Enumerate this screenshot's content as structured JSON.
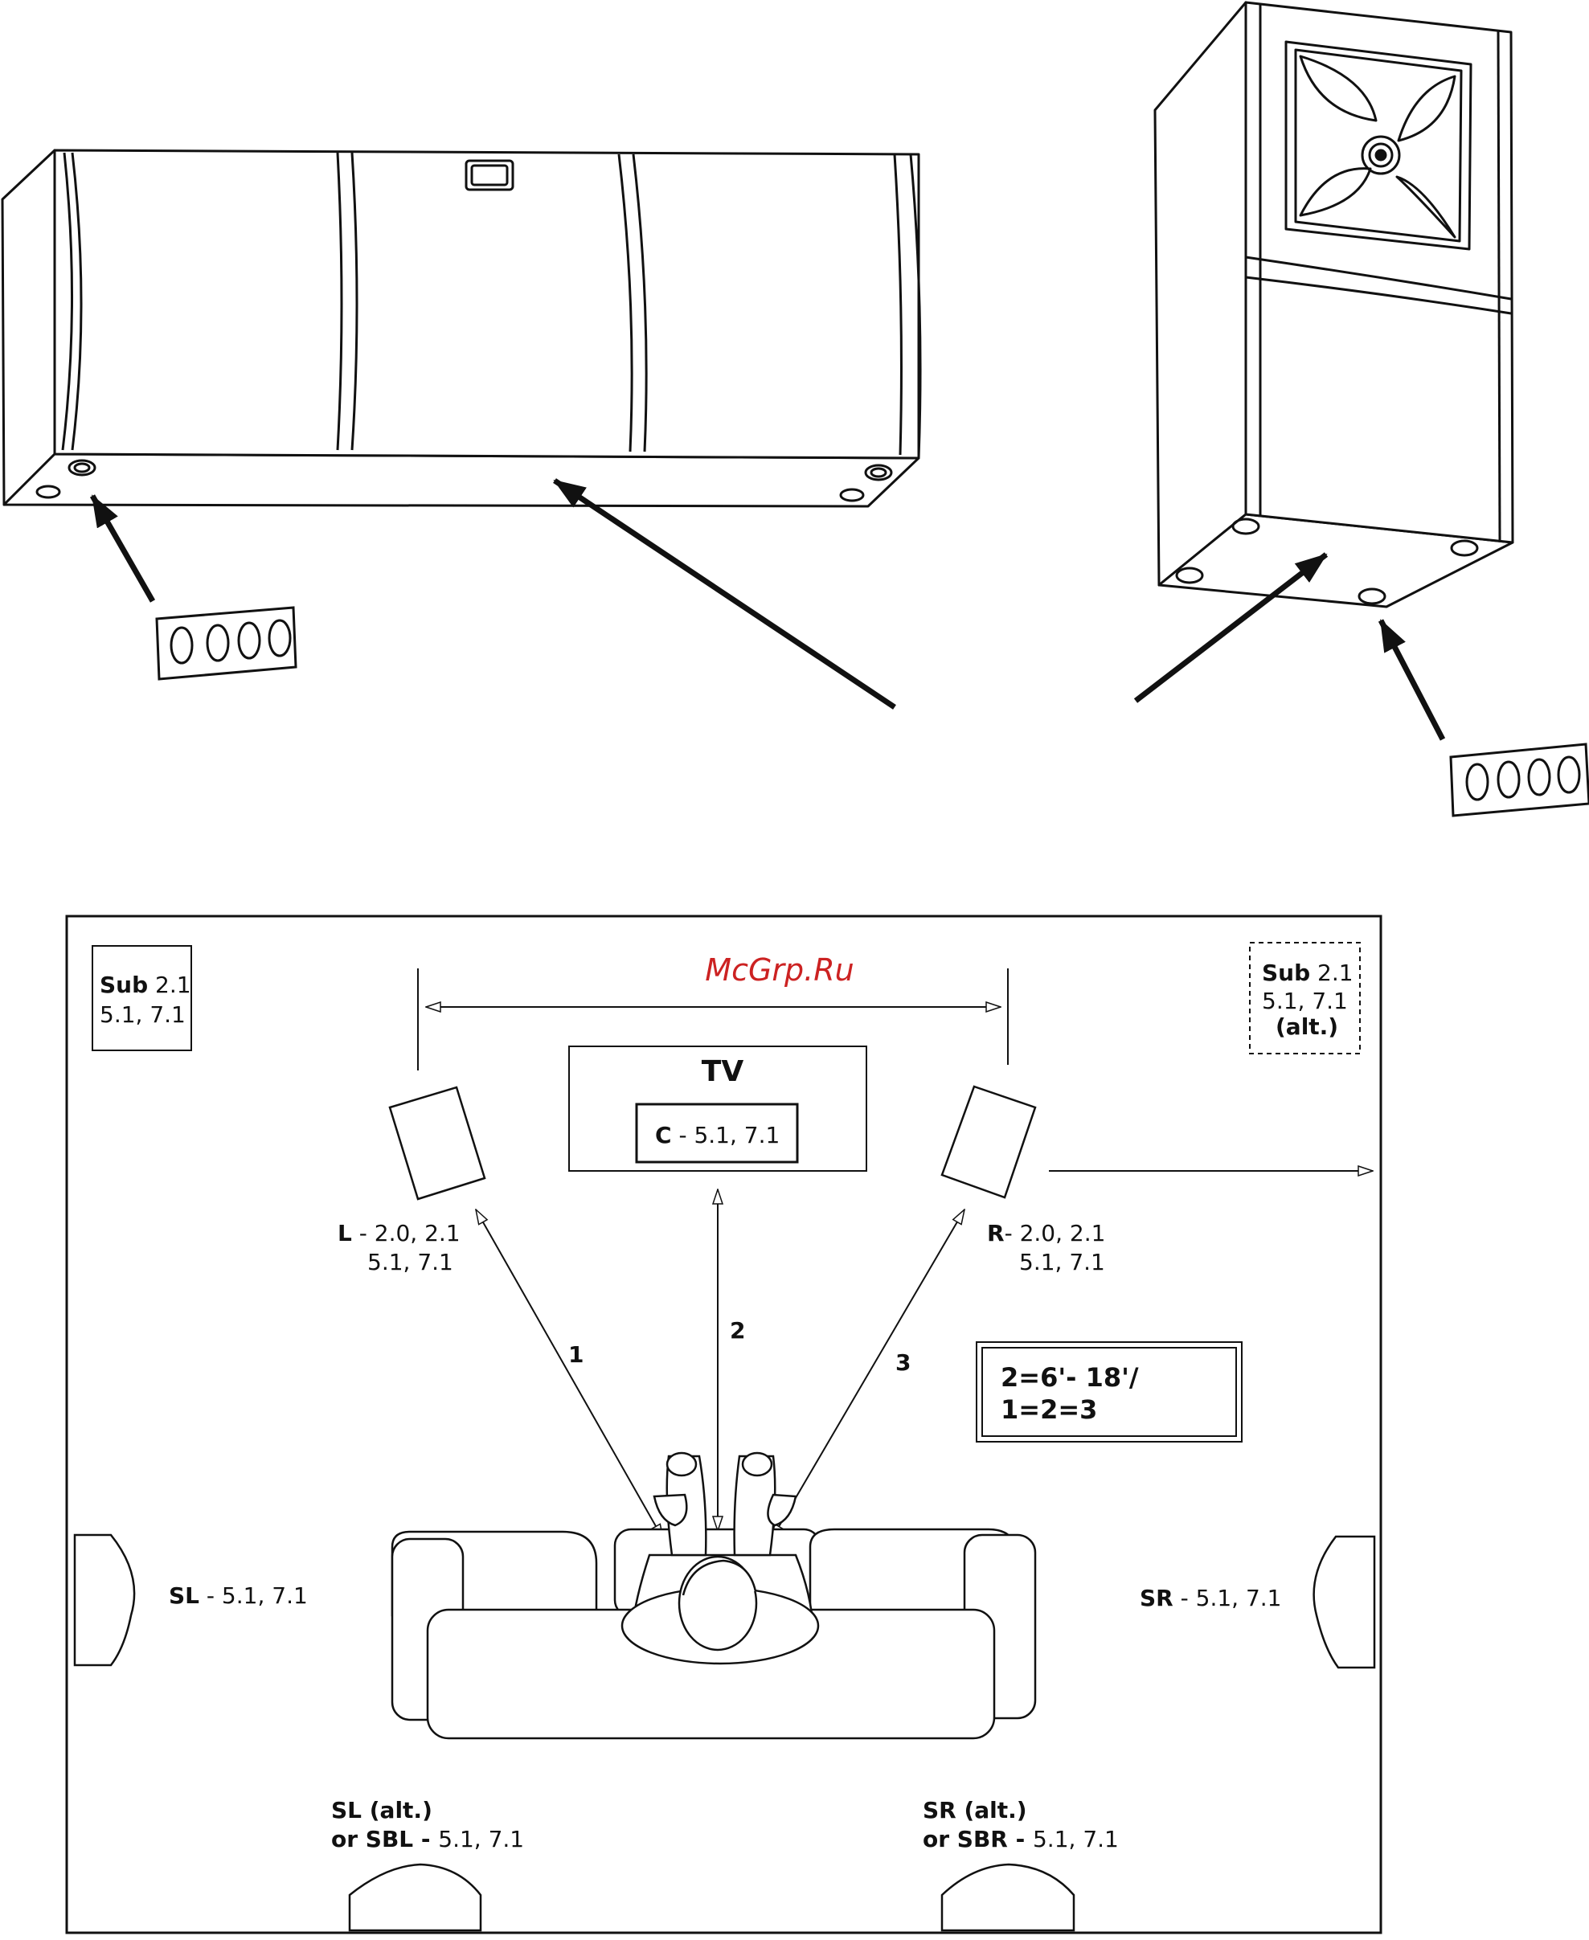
{
  "watermark": {
    "text": "McGrp.Ru",
    "color": "#cc2222"
  },
  "room": {
    "tv_label": "TV",
    "center": {
      "name": "C",
      "suffix": " - 5.1, 7.1"
    },
    "sub_left": {
      "name": "Sub",
      "l1": " 2.1",
      "l2": "5.1, 7.1"
    },
    "sub_right": {
      "name": "Sub",
      "l1": " 2.1",
      "l2": "5.1, 7.1",
      "l3": "(alt.)"
    },
    "left": {
      "name": "L",
      "l1": " - 2.0, 2.1",
      "l2": "5.1, 7.1"
    },
    "right": {
      "name": "R",
      "l1": "- 2.0, 2.1",
      "l2": "5.1, 7.1"
    },
    "surround_left": {
      "name": "SL",
      "suffix": " - 5.1, 7.1"
    },
    "surround_right": {
      "name": "SR",
      "suffix": " - 5.1, 7.1"
    },
    "sl_alt": {
      "l1": "SL (alt.)",
      "l2b": "or SBL - ",
      "l2": "5.1, 7.1"
    },
    "sr_alt": {
      "l1": "SR (alt.)",
      "l2b": "or SBR - ",
      "l2": "5.1, 7.1"
    },
    "distances": {
      "d1": "1",
      "d2": "2",
      "d3": "3"
    },
    "rule": {
      "line1": "2=6'- 18'/",
      "line2": "1=2=3"
    }
  }
}
